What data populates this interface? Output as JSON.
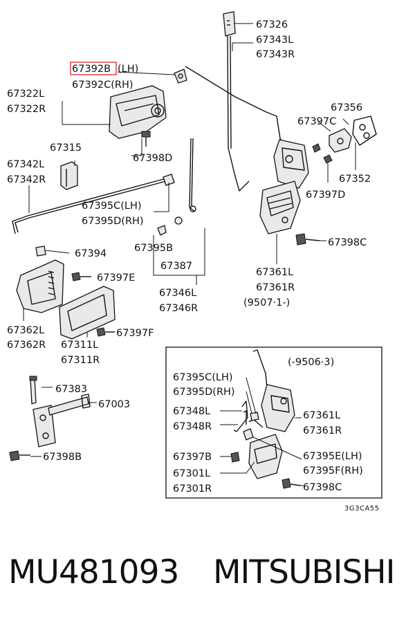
{
  "diagram": {
    "labels": {
      "l67326": "67326",
      "l67343L": "67343L",
      "l67343R": "67343R",
      "l67392B": "67392B",
      "l67392B_side": "(LH)",
      "l67392C": "67392C(RH)",
      "l67322L": "67322L",
      "l67322R": "67322R",
      "l67356": "67356",
      "l67397C": "67397C",
      "l67315": "67315",
      "l67398D": "67398D",
      "l67342L": "67342L",
      "l67342R": "67342R",
      "l67352": "67352",
      "l67397D": "67397D",
      "l67395C_top": "67395C(LH)",
      "l67395D_top": "67395D(RH)",
      "l67394": "67394",
      "l67398C_top": "67398C",
      "l67395B": "67395B",
      "l67387": "67387",
      "l67397E": "67397E",
      "l67346L": "67346L",
      "l67346R": "67346R",
      "l67361L_top": "67361L",
      "l67361R_top": "67361R",
      "l_date_top": "(9507·1-)",
      "l67362L": "67362L",
      "l67362R": "67362R",
      "l67311L": "67311L",
      "l67311R": "67311R",
      "l67397F": "67397F",
      "l_date_box": "(-9506·3)",
      "l67395C_box": "67395C(LH)",
      "l67395D_box": "67395D(RH)",
      "l67383": "67383",
      "l67003": "67003",
      "l67348L": "67348L",
      "l67348R": "67348R",
      "l67361L_box": "67361L",
      "l67361R_box": "67361R",
      "l67397B": "67397B",
      "l67395E": "67395E(LH)",
      "l67395F": "67395F(RH)",
      "l67301L": "67301L",
      "l67301R": "67301R",
      "l67398B": "67398B",
      "l67398C_box": "67398C",
      "ref_code": "3G3CA55"
    },
    "highlight_color": "#e03030"
  },
  "footer": {
    "part_number": "MU481093",
    "brand": "MITSUBISHI"
  }
}
